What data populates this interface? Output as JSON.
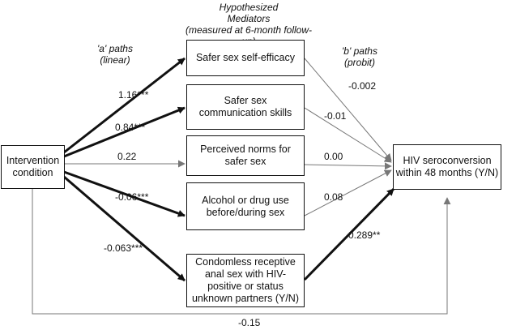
{
  "header": {
    "mediators_title": "Hypothesized\nMediators\n(measured at 6-month follow-up)",
    "a_paths_title": "'a' paths\n(linear)",
    "b_paths_title": "'b' paths\n(probit)"
  },
  "nodes": {
    "intervention": "Intervention\ncondition",
    "outcome": "HIV seroconversion\nwithin 48 months (Y/N)",
    "mediators": [
      {
        "label": "Safer sex self-efficacy",
        "a": "1.16***",
        "b": "-0.002"
      },
      {
        "label": "Safer sex\ncommunication skills",
        "a": "0.84***",
        "b": "-0.01"
      },
      {
        "label": "Perceived norms for\nsafer sex",
        "a": "0.22",
        "b": "0.00"
      },
      {
        "label": "Alcohol or drug use\nbefore/during sex",
        "a": "-0.06***",
        "b": "0.08"
      },
      {
        "label": "Condomless receptive\nanal sex with HIV-\npositive or status\nunknown partners (Y/N)",
        "a": "-0.063***",
        "b": "0.289**"
      }
    ]
  },
  "direct_path": "-0.15"
}
